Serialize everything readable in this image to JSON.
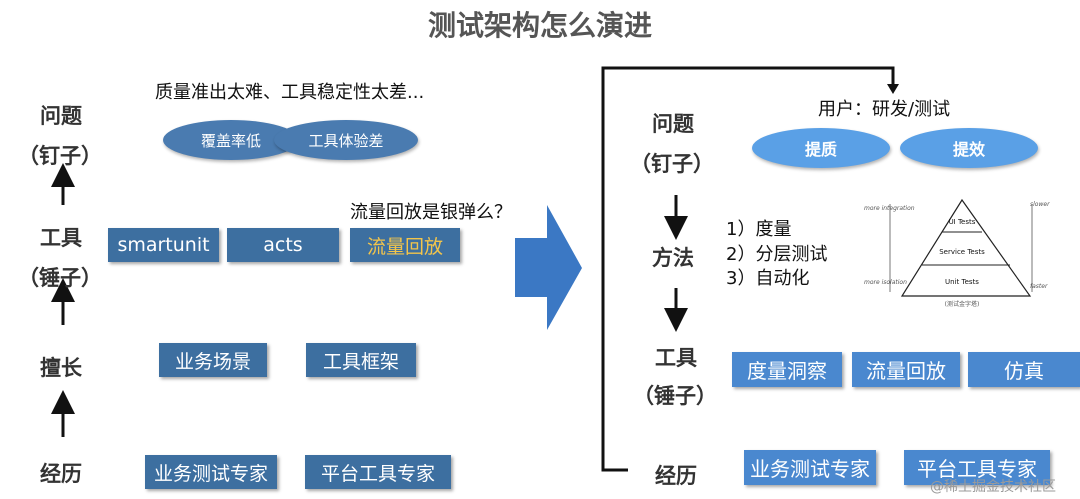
{
  "title": "测试架构怎么演进",
  "left": {
    "labels": {
      "problem": "问题",
      "nail": "（钉子）",
      "tool": "工具",
      "hammer": "（锤子）",
      "strength": "擅长",
      "experience": "经历"
    },
    "problem_note": "质量准出太难、工具稳定性太差...",
    "ellipses": [
      "覆盖率低",
      "工具体验差"
    ],
    "question": "流量回放是银弹么？",
    "tools": [
      "smartunit",
      "acts",
      "流量回放"
    ],
    "strengths": [
      "业务场景",
      "工具框架"
    ],
    "experiences": [
      "业务测试专家",
      "平台工具专家"
    ]
  },
  "right": {
    "labels": {
      "problem": "问题",
      "nail": "（钉子）",
      "method": "方法",
      "tool": "工具",
      "hammer": "（锤子）",
      "experience": "经历"
    },
    "users": "用户：研发/测试",
    "ellipses": [
      "提质",
      "提效"
    ],
    "methods": [
      "1）度量",
      "2）分层测试",
      "3）自动化"
    ],
    "pyramid": {
      "levels": [
        "UI Tests",
        "Service Tests",
        "Unit Tests"
      ],
      "top_left": "more integration",
      "bottom_left": "more isolation",
      "top_right": "slower",
      "bottom_right": "faster",
      "caption": "(测试金字塔)"
    },
    "tools": [
      "度量洞察",
      "流量回放",
      "仿真"
    ],
    "experiences": [
      "业务测试专家",
      "平台工具专家"
    ]
  },
  "watermark": "@稀土掘金技术社区",
  "colors": {
    "box": "#3d6fa0",
    "highlight": "#f3c54b",
    "light_box": "#4a88cf",
    "big_arrow": "#3b78c4"
  }
}
